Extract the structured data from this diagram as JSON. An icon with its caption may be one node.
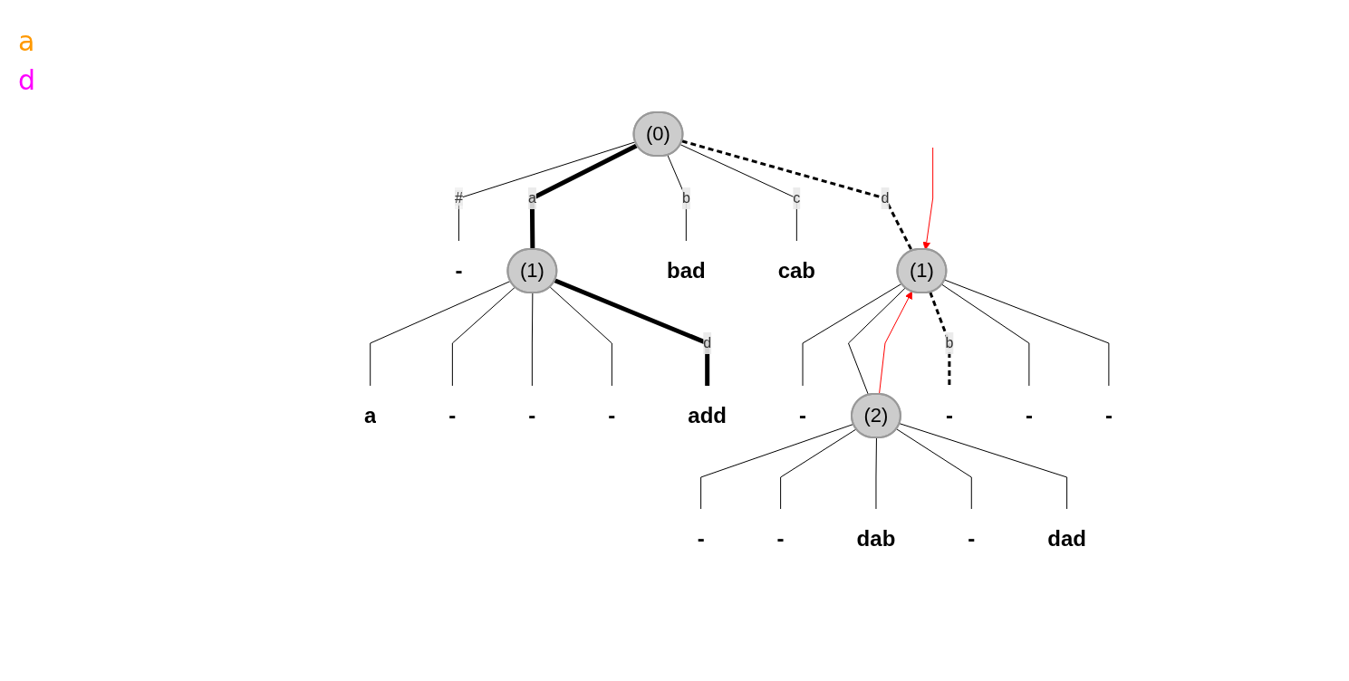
{
  "diagram": {
    "nodes": [
      {
        "text": [
          "(0)"
        ]
      },
      {
        "text": [
          "-"
        ]
      },
      {
        "text": [
          "(1)"
        ]
      },
      {
        "text": [
          "bad"
        ]
      },
      {
        "text": [
          "cab"
        ]
      },
      {
        "text": [
          "(1)"
        ]
      },
      {
        "text": [
          "a"
        ]
      },
      {
        "text": [
          "-"
        ]
      },
      {
        "text": [
          "-"
        ]
      },
      {
        "text": [
          "-"
        ]
      },
      {
        "text": [
          "add"
        ]
      },
      {
        "text": [
          "-"
        ]
      },
      {
        "text": [
          "(2)"
        ]
      },
      {
        "text": [
          "-"
        ]
      },
      {
        "text": [
          "-"
        ]
      },
      {
        "text": [
          "-"
        ]
      },
      {
        "text": [
          "-"
        ]
      },
      {
        "text": [
          "-"
        ]
      },
      {
        "text": [
          "dab"
        ]
      },
      {
        "text": [
          "-"
        ]
      },
      {
        "text": [
          "dad"
        ]
      }
    ],
    "edges": [
      {
        "from": 0,
        "to": 1,
        "arrow": "none",
        "label": "#"
      },
      {
        "from": 0,
        "to": 2,
        "arrow": "none",
        "label": "a",
        "style": "thick"
      },
      {
        "from": 0,
        "to": 3,
        "arrow": "none",
        "label": "b"
      },
      {
        "from": 0,
        "to": 4,
        "arrow": "none",
        "label": "c"
      },
      {
        "from": 0,
        "to": 5,
        "arrow": "none",
        "label": "d",
        "style": "dashed"
      },
      {
        "from": 2,
        "to": 6,
        "arrow": "none"
      },
      {
        "from": 2,
        "to": 7,
        "arrow": "none"
      },
      {
        "from": 2,
        "to": 8,
        "arrow": "none"
      },
      {
        "from": 2,
        "to": 9,
        "arrow": "none"
      },
      {
        "from": 2,
        "to": 10,
        "arrow": "none",
        "label": "d",
        "style": "thick"
      },
      {
        "from": 5,
        "to": 11,
        "arrow": "none"
      },
      {
        "from": 5,
        "to": 12,
        "arrow": "none"
      },
      {
        "from": 5,
        "to": 13,
        "arrow": "none",
        "label": "b",
        "style": "dashed"
      },
      {
        "from": 5,
        "to": 14,
        "arrow": "none"
      },
      {
        "from": 5,
        "to": 15,
        "arrow": "none"
      },
      {
        "from": 12,
        "to": 16,
        "arrow": "none"
      },
      {
        "from": 12,
        "to": 17,
        "arrow": "none"
      },
      {
        "from": 12,
        "to": 18,
        "arrow": "none"
      },
      {
        "from": 12,
        "to": 19,
        "arrow": "none"
      },
      {
        "from": 12,
        "to": 20,
        "arrow": "none"
      },
      {
        "from": null,
        "to": 5,
        "arrow": "to",
        "color": "#ff0000"
      },
      {
        "from": 12,
        "to": 5,
        "arrow": "to",
        "color": "#ff0000"
      }
    ],
    "labels": [
      "a",
      "d"
    ]
  }
}
